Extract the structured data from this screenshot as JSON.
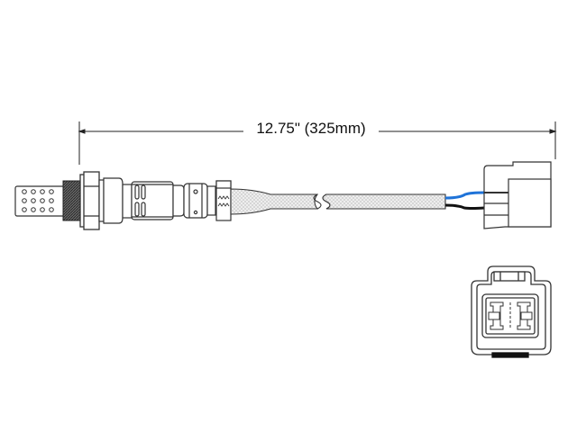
{
  "diagram": {
    "subject": "Oxygen sensor with connector",
    "dimension": {
      "label": "12.75\" (325mm)",
      "inches": 12.75,
      "millimeters": 325
    },
    "wires": [
      {
        "color_name": "blue",
        "color": "#1f73d8"
      },
      {
        "color_name": "black",
        "color": "#111111"
      }
    ],
    "colors": {
      "line": "#333333",
      "cable_fill": "#e8e8e8",
      "background": "#ffffff"
    },
    "views": [
      "side-view",
      "connector-face-view"
    ]
  }
}
